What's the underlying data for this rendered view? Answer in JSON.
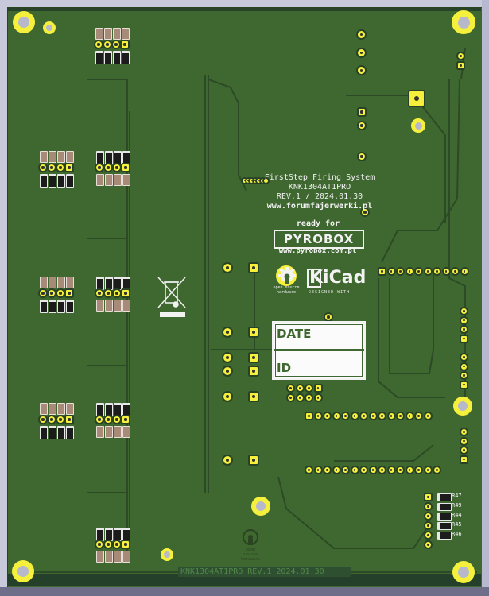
{
  "board": {
    "title_lines": [
      "FirstStep Firing System",
      "KNK1304AT1PRO",
      "REV.1 / 2024.01.30",
      "www.forumfajerwerki.pl"
    ],
    "ready_for": "ready for",
    "pyrobox_logo": "PYROBOX",
    "pyrobox_url": "www.pyrobox.com.pl",
    "kicad_logo": "KiCad",
    "kicad_sub": "DESIGNED WITH",
    "oshw_label": "open source hardware",
    "date_label": "DATE",
    "id_label": "ID",
    "bottom_label": "KNK1304AT1PRO REV.1 2024.01.30",
    "right_resistors": [
      "R47",
      "R49",
      "R44",
      "R45",
      "R46"
    ]
  },
  "colors": {
    "board": "#3f6730",
    "pad": "#f5f03c",
    "silk": "#f2f2f2",
    "trace": "#2c4a26"
  }
}
